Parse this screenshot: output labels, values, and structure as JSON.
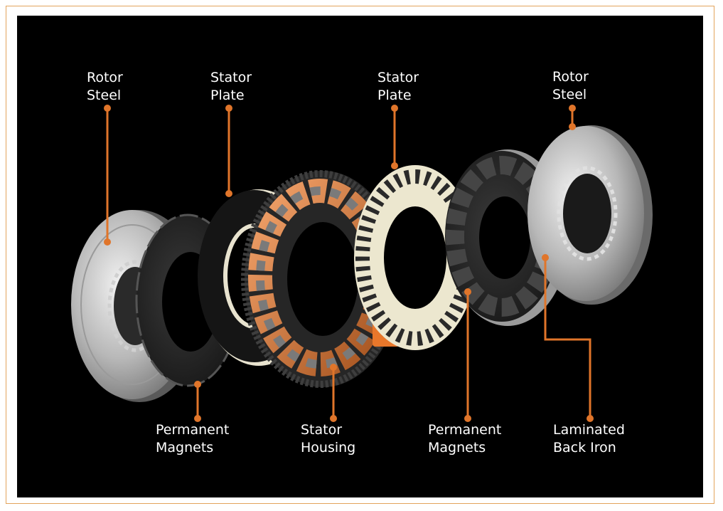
{
  "colors": {
    "background": "#000000",
    "frame_border": "#e3a45c",
    "leader_line": "#e0752a",
    "label_text": "#ffffff"
  },
  "labels": {
    "rotor_steel_left": [
      "Rotor",
      "Steel"
    ],
    "stator_plate_left": [
      "Stator",
      "Plate"
    ],
    "stator_plate_right": [
      "Stator",
      "Plate"
    ],
    "rotor_steel_right": [
      "Rotor",
      "Steel"
    ],
    "permanent_magnets_left": [
      "Permanent",
      "Magnets"
    ],
    "stator_housing": [
      "Stator",
      "Housing"
    ],
    "permanent_magnets_right": [
      "Permanent",
      "Magnets"
    ],
    "laminated_back_iron": [
      "Laminated",
      "Back Iron"
    ]
  }
}
